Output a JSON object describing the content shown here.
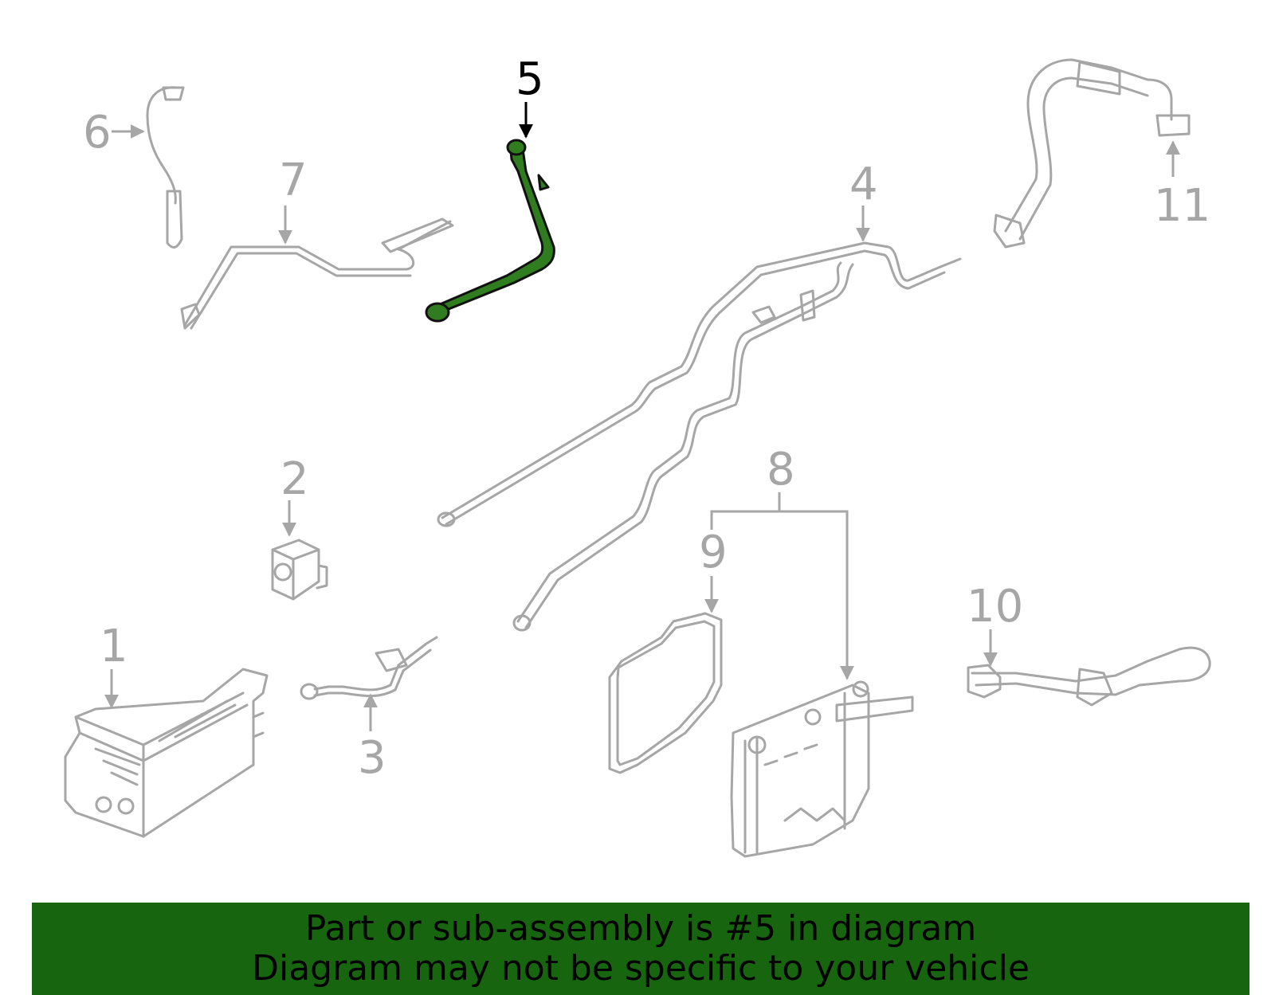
{
  "diagram": {
    "labels": [
      {
        "id": "1",
        "text": "1"
      },
      {
        "id": "2",
        "text": "2"
      },
      {
        "id": "3",
        "text": "3"
      },
      {
        "id": "4",
        "text": "4"
      },
      {
        "id": "5",
        "text": "5",
        "highlighted": true
      },
      {
        "id": "6",
        "text": "6"
      },
      {
        "id": "7",
        "text": "7"
      },
      {
        "id": "8",
        "text": "8"
      },
      {
        "id": "9",
        "text": "9"
      },
      {
        "id": "10",
        "text": "10"
      },
      {
        "id": "11",
        "text": "11"
      }
    ],
    "colors": {
      "part_outline": "#a6a6a6",
      "highlight_part": "#2f7d1f",
      "banner_background": "#17650e"
    }
  },
  "banner": {
    "line1": "Part or sub-assembly is #5 in diagram",
    "line2": "Diagram may not be specific to your vehicle"
  }
}
